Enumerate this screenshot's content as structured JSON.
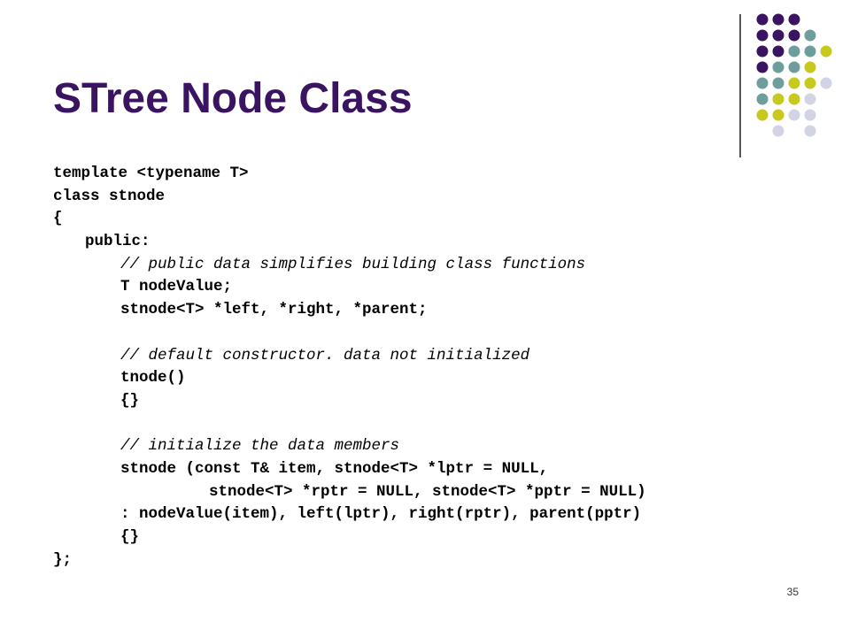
{
  "slide": {
    "title": "STree Node Class",
    "page_number": "35",
    "colors": {
      "title": "#3b1461",
      "dot_purple": "#3b1461",
      "dot_teal": "#6e9e9c",
      "dot_yellow": "#c7c91f",
      "dot_lavender": "#d3d3e6"
    }
  },
  "code": [
    {
      "text": "template <typename T>",
      "indent": 0,
      "style": "bold"
    },
    {
      "text": "class stnode",
      "indent": 0,
      "style": "bold"
    },
    {
      "text": "{",
      "indent": 0,
      "style": "bold"
    },
    {
      "text": "public:",
      "indent": 1,
      "style": "bold"
    },
    {
      "text": "// public data simplifies building class functions",
      "indent": 2,
      "style": "comment"
    },
    {
      "text": "T nodeValue;",
      "indent": 2,
      "style": "bold"
    },
    {
      "text": "stnode<T> *left, *right, *parent;",
      "indent": 2,
      "style": "bold"
    },
    {
      "text": "",
      "indent": 0,
      "style": "bold"
    },
    {
      "text": "// default constructor. data not initialized",
      "indent": 2,
      "style": "comment"
    },
    {
      "text": "tnode()",
      "indent": 2,
      "style": "bold"
    },
    {
      "text": "{}",
      "indent": 2,
      "style": "bold"
    },
    {
      "text": "",
      "indent": 0,
      "style": "bold"
    },
    {
      "text": "// initialize the data members",
      "indent": 2,
      "style": "comment"
    },
    {
      "text": "stnode (const T& item, stnode<T> *lptr = NULL,",
      "indent": 2,
      "style": "bold"
    },
    {
      "text": "stnode<T> *rptr = NULL, stnode<T> *pptr = NULL)",
      "indent": 3,
      "style": "bold"
    },
    {
      "text": ": nodeValue(item), left(lptr), right(rptr), parent(pptr)",
      "indent": 2,
      "style": "bold"
    },
    {
      "text": "{}",
      "indent": 2,
      "style": "bold"
    },
    {
      "text": "};",
      "indent": 0,
      "style": "bold"
    }
  ]
}
